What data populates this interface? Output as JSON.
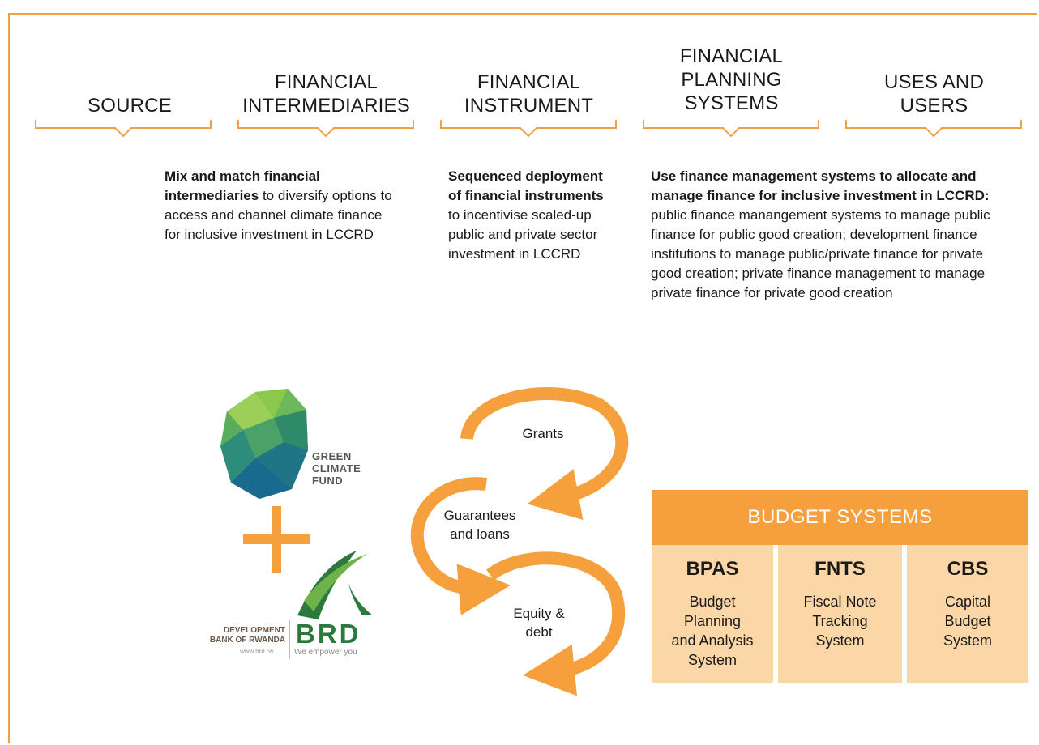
{
  "columns": [
    {
      "line1": "",
      "line2": "",
      "line3": "SOURCE"
    },
    {
      "line1": "",
      "line2": "FINANCIAL",
      "line3": "INTERMEDIARIES"
    },
    {
      "line1": "",
      "line2": "FINANCIAL",
      "line3": "INSTRUMENT"
    },
    {
      "line1": "FINANCIAL",
      "line2": "PLANNING",
      "line3": "SYSTEMS"
    },
    {
      "line1": "",
      "line2": "USES AND",
      "line3": "USERS"
    }
  ],
  "descriptions": {
    "intermediaries": {
      "bold": "Mix and match financial intermediaries",
      "rest": " to diversify options to access and channel climate finance for inclusive investment in LCCRD"
    },
    "instrument": {
      "bold": "Sequenced deployment of financial instruments",
      "rest": " to incentivise scaled-up public and private sector investment in LCCRD"
    },
    "planning": {
      "bold": "Use finance management systems to allocate and manage finance for inclusive investment in LCCRD:",
      "rest": " public finance manangement systems to manage public finance for public good creation; development finance institutions to manage public/private finance for private good creation; private finance management to manage private finance for private good creation"
    }
  },
  "logos": {
    "gcf": {
      "line1": "GREEN",
      "line2": "CLIMATE",
      "line3": "FUND"
    },
    "brd": {
      "left_line1": "DEVELOPMENT",
      "left_line2": "BANK OF RWANDA",
      "web": "www.brd.rw",
      "name": "BRD",
      "tagline": "We empower you"
    }
  },
  "instruments": {
    "grants": "Grants",
    "guarantees_line1": "Guarantees",
    "guarantees_line2": "and loans",
    "equity_line1": "Equity &",
    "equity_line2": "debt"
  },
  "budget": {
    "title": "BUDGET SYSTEMS",
    "systems": [
      {
        "abbr": "BPAS",
        "l1": "Budget",
        "l2": "Planning",
        "l3": "and Analysis",
        "l4": "System"
      },
      {
        "abbr": "FNTS",
        "l1": "Fiscal Note",
        "l2": "Tracking",
        "l3": "System",
        "l4": ""
      },
      {
        "abbr": "CBS",
        "l1": "Capital",
        "l2": "Budget",
        "l3": "System",
        "l4": ""
      }
    ]
  },
  "colors": {
    "accent": "#f5a03c",
    "light_accent": "#fbd6a7",
    "brd_green": "#2b7a3c"
  }
}
